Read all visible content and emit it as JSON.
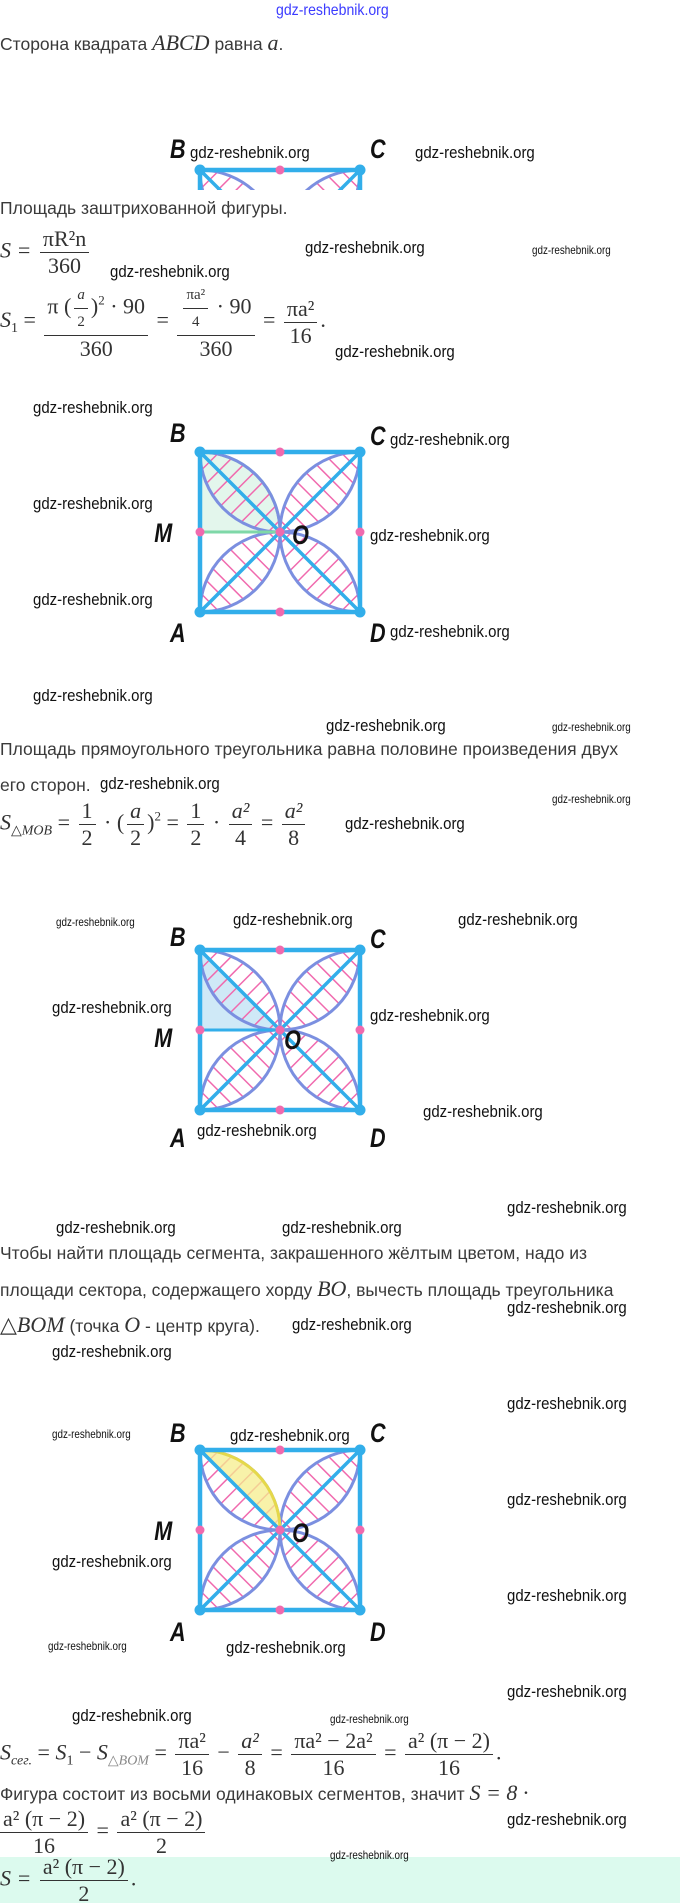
{
  "watermark": "gdz-reshebnik.org",
  "intro": {
    "text": "Сторона квадрата",
    "math": "ABCD",
    "text2": "равна",
    "var": "a",
    "end": "."
  },
  "labels": {
    "B": "B",
    "C": "C",
    "M": "M",
    "O": "O",
    "A": "A",
    "D": "D"
  },
  "shaded_title": "Площадь заштрихованной фигуры.",
  "f1": {
    "lhs": "S =",
    "num": "πR²n",
    "den": "360"
  },
  "f2": {
    "S": "S",
    "sub": "1",
    "eq": "=",
    "pi": "π",
    "a": "a",
    "two": "2",
    "sq": "2",
    "mul90": "· 90",
    "den": "360",
    "num2": "πa²",
    "four": "4",
    "den2": "360",
    "num3": "πa²",
    "den3": "16",
    "end": "."
  },
  "triangle_text": {
    "line1": "Площадь прямоугольного треугольника равна половине произведения двух",
    "line2": "его сторон."
  },
  "f3": {
    "S": "S",
    "sub": "△MOB",
    "eq": "=",
    "one": "1",
    "two": "2",
    "dot": "·",
    "a": "a",
    "sq": "2",
    "a2": "a²",
    "four": "4",
    "eight": "8"
  },
  "segment_text": {
    "line1": "Чтобы найти площадь сегмента, закрашенного жёлтым цветом, надо из",
    "line2a": "площади сектора, содержащего хорду",
    "line2m": "BO",
    "line2b": ", вычесть площадь треугольника",
    "line3m": "△BOM",
    "line3a": " (точка",
    "line3o": "O",
    "line3b": " - центр круга)."
  },
  "f4": {
    "S": "S",
    "sub": "сег.",
    "eq": "=",
    "S1": "S",
    "sub1": "1",
    "minus": "−",
    "sub2": "△BOM",
    "n1": "πa²",
    "d1": "16",
    "n2": "a²",
    "d2": "8",
    "n3": "πa² − 2a²",
    "d3": "16",
    "n4": "a² (π − 2)",
    "d4": "16",
    "end": "."
  },
  "conclusion": {
    "text": "Фигура состоит из восьми одинаковых сегментов, значит",
    "math": "S = 8 ·",
    "n1": "a² (π − 2)",
    "d1": "16",
    "eq": "=",
    "n2": "a² (π − 2)",
    "d2": "2"
  },
  "answer": {
    "lhs": "S =",
    "num": "a² (π − 2)",
    "den": "2",
    "end": "."
  },
  "colors": {
    "square": "#32aeea",
    "lens": "#7b8fe0",
    "hatch": "#f06aae",
    "green": "#7fd8a8",
    "blue_fill": "#cfe9f7",
    "yellow": "#e5d84a",
    "answer_bg": "#dcfaee"
  }
}
